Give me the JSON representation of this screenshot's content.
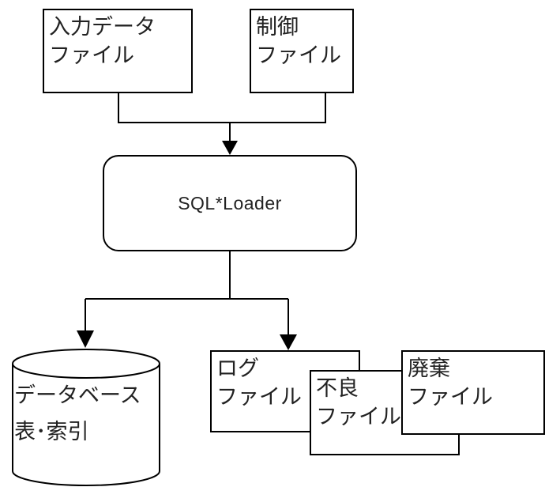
{
  "diagram": {
    "input_file": {
      "line1": "入力データ",
      "line2": "ファイル"
    },
    "control_file": {
      "line1": "制御",
      "line2": "ファイル"
    },
    "sqlloader": {
      "label": "SQL*Loader"
    },
    "database": {
      "line1": "データベース",
      "line2": "表･索引"
    },
    "log_file": {
      "line1": "ログ",
      "line2": "ファイル"
    },
    "bad_file": {
      "line1": "不良",
      "line2": "ファイル"
    },
    "discard_file": {
      "line1": "廃棄",
      "line2": "ファイル"
    }
  },
  "colors": {
    "stroke": "#000000",
    "text": "#222222",
    "fill": "#ffffff"
  }
}
